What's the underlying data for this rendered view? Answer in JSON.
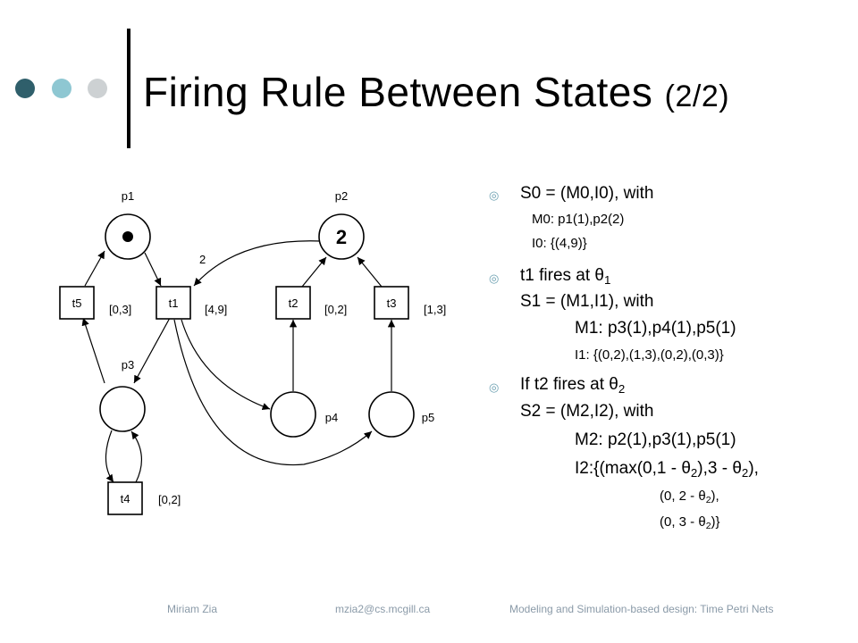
{
  "slide": {
    "title_main": "Firing Rule Between States ",
    "title_sub": "(2/2)"
  },
  "decor": {
    "dot_colors": [
      "#2f5f6b",
      "#8ec7d2",
      "#cdd1d3"
    ]
  },
  "diagram": {
    "places": {
      "p1": "p1",
      "p2": "p2",
      "p3": "p3",
      "p4": "p4",
      "p5": "p5",
      "p1_tokens": 1,
      "p2_tokens": "2"
    },
    "transitions": {
      "t1": "t1",
      "t2": "t2",
      "t3": "t3",
      "t4": "t4",
      "t5": "t5"
    },
    "intervals": {
      "t1": "[4,9]",
      "t2": "[0,2]",
      "t3": "[1,3]",
      "t4": "[0,2]",
      "t5": "[0,3]"
    },
    "arc_weight": "2"
  },
  "bullets": {
    "b1_line1": "S0 = (M0,I0), with",
    "b1_m0": "M0: p1(1),p2(2)",
    "b1_i0": "I0: {(4,9)}",
    "b2_line1_text": "t1 fires at θ",
    "b2_line1_sub": "1",
    "b2_line2": "S1 = (M1,I1), with",
    "b2_m1": "M1: p3(1),p4(1),p5(1)",
    "b2_i1": "I1: {(0,2),(1,3),(0,2),(0,3)}",
    "b3_line1_text": "If t2 fires at θ",
    "b3_line1_sub": "2",
    "b3_line2": "S2 = (M2,I2), with",
    "b3_m2": "M2: p2(1),p3(1),p5(1)",
    "b3_i2_a": "I2:{(max(0,1 - θ",
    "b3_i2_b": "),3 - θ",
    "b3_i2_c": "),",
    "b3_i2_sub": "2",
    "b3_i2_row2_a": "(0, 2 - θ",
    "b3_i2_row2_b": "),",
    "b3_i2_row3_a": "(0, 3 - θ",
    "b3_i2_row3_b": ")}"
  },
  "footer": {
    "author": "Miriam Zia",
    "email": "mzia2@cs.mcgill.ca",
    "course": "Modeling and Simulation-based design: Time Petri Nets"
  }
}
